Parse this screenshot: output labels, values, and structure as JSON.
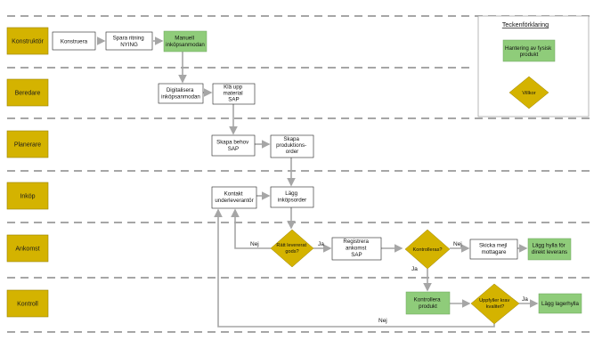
{
  "lanes": [
    "Konstruktör",
    "Beredare",
    "Planerare",
    "Inköp",
    "Ankomst",
    "Kontroll"
  ],
  "legend": {
    "title": "Teckenförklaring",
    "physical": [
      "Hantering av fysisk",
      "produkt"
    ],
    "condition": "Villkor"
  },
  "nodes": {
    "konstruera": [
      "Konstruera"
    ],
    "spara": [
      "Spara ritning",
      "NYING"
    ],
    "manuell": [
      "Manuell",
      "inköpsanmodan"
    ],
    "digitalisera": [
      "Digitalisera",
      "inköpsanmodan"
    ],
    "kla": [
      "Klä upp",
      "material",
      "SAP"
    ],
    "skapa_behov": [
      "Skapa behov",
      "SAP"
    ],
    "skapa_prod": [
      "Skapa",
      "produktions-",
      "order"
    ],
    "kontakt": [
      "Kontakt",
      "underleverantör"
    ],
    "lagg_inkop": [
      "Lägg",
      "inköpsorder"
    ],
    "ratt": [
      "Rätt levererat",
      "gods?"
    ],
    "registrera": [
      "Registrera",
      "ankomst",
      "SAP"
    ],
    "kontrolleras": [
      "Kontrolleras?"
    ],
    "skicka": [
      "Skicka mejl",
      "mottagare"
    ],
    "lagg_hylla": [
      "Lägg hylla för",
      "direkt leverans"
    ],
    "kontrollera": [
      "Kontrollera",
      "produkt"
    ],
    "uppfyller": [
      "Uppfyller krav",
      "kvalitet?"
    ],
    "lagg_lager": [
      "Lägg lagerhylla"
    ]
  },
  "edges": {
    "nej": "Nej",
    "ja": "Ja"
  },
  "colors": {
    "lane": "#d4b300",
    "green": "#8fcc7a",
    "arrow": "#a6a6a6",
    "dash": "#a6a6a6"
  }
}
